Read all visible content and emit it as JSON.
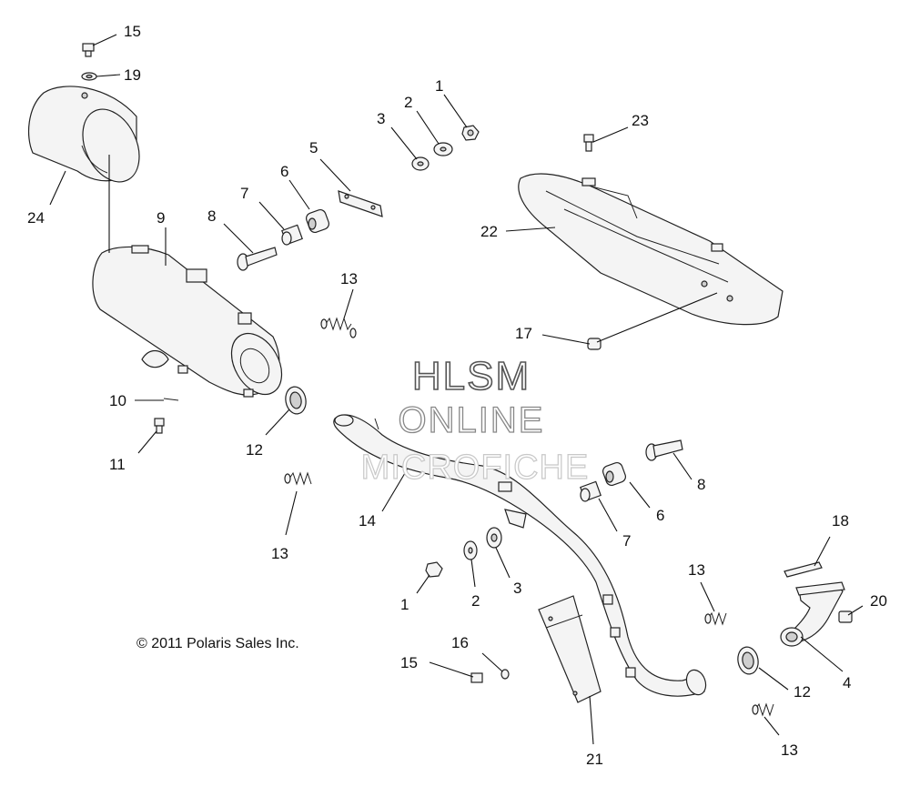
{
  "diagram": {
    "copyright": "© 2011 Polaris Sales Inc.",
    "watermark": {
      "line1": "HLSM",
      "line2": "ONLINE",
      "line3": "MICROFICHE"
    },
    "callouts": [
      {
        "id": "c15a",
        "label": "15"
      },
      {
        "id": "c19",
        "label": "19"
      },
      {
        "id": "c24",
        "label": "24"
      },
      {
        "id": "c9",
        "label": "9"
      },
      {
        "id": "c8a",
        "label": "8"
      },
      {
        "id": "c7a",
        "label": "7"
      },
      {
        "id": "c6a",
        "label": "6"
      },
      {
        "id": "c5",
        "label": "5"
      },
      {
        "id": "c3a",
        "label": "3"
      },
      {
        "id": "c2a",
        "label": "2"
      },
      {
        "id": "c1a",
        "label": "1"
      },
      {
        "id": "c23",
        "label": "23"
      },
      {
        "id": "c22",
        "label": "22"
      },
      {
        "id": "c13a",
        "label": "13"
      },
      {
        "id": "c17",
        "label": "17"
      },
      {
        "id": "c10",
        "label": "10"
      },
      {
        "id": "c11",
        "label": "11"
      },
      {
        "id": "c12a",
        "label": "12"
      },
      {
        "id": "c13b",
        "label": "13"
      },
      {
        "id": "c14",
        "label": "14"
      },
      {
        "id": "c8b",
        "label": "8"
      },
      {
        "id": "c6b",
        "label": "6"
      },
      {
        "id": "c7b",
        "label": "7"
      },
      {
        "id": "c18",
        "label": "18"
      },
      {
        "id": "c13c",
        "label": "13"
      },
      {
        "id": "c20",
        "label": "20"
      },
      {
        "id": "c1b",
        "label": "1"
      },
      {
        "id": "c2b",
        "label": "2"
      },
      {
        "id": "c3b",
        "label": "3"
      },
      {
        "id": "c16",
        "label": "16"
      },
      {
        "id": "c15b",
        "label": "15"
      },
      {
        "id": "c4",
        "label": "4"
      },
      {
        "id": "c12b",
        "label": "12"
      },
      {
        "id": "c21",
        "label": "21"
      },
      {
        "id": "c13d",
        "label": "13"
      }
    ]
  }
}
